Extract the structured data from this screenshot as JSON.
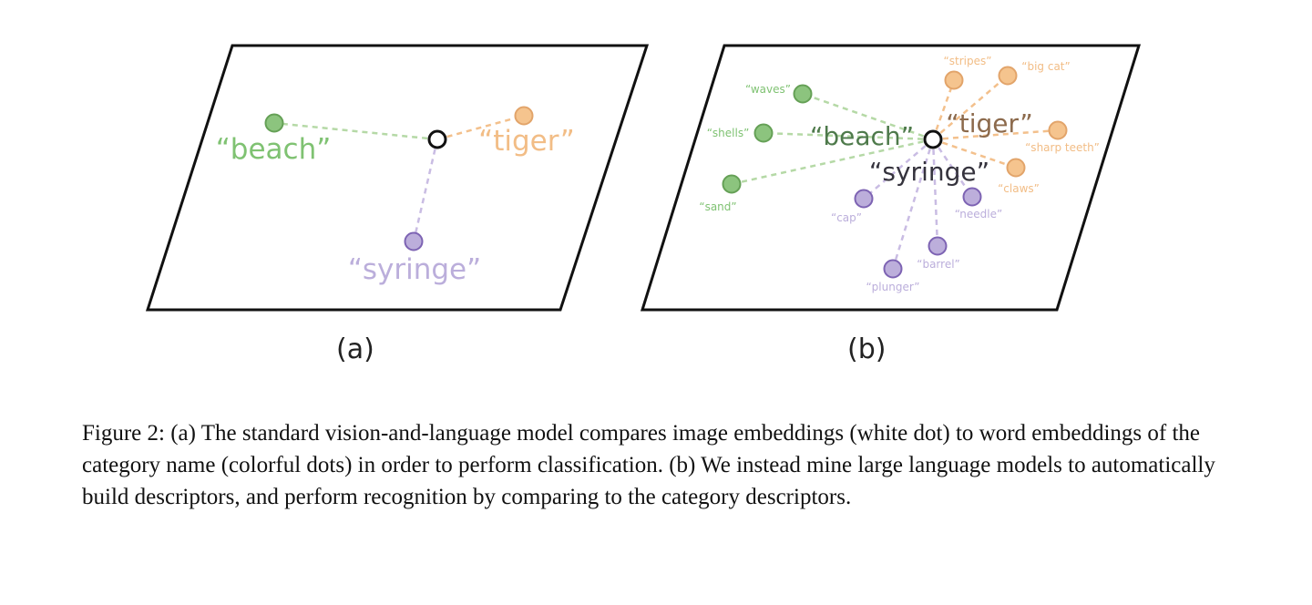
{
  "colors": {
    "green": {
      "fill": "#8cc47e",
      "stroke": "#65a056",
      "text": "#7fc272",
      "dark": "#4e7a4b"
    },
    "orange": {
      "fill": "#f5c48e",
      "stroke": "#e2a46a",
      "text": "#f2bd86",
      "dark": "#8c6a4c"
    },
    "purple": {
      "fill": "#bcaedb",
      "stroke": "#7d63b3",
      "text": "#bbaedb",
      "dark": "#35333d"
    },
    "line": {
      "green": "#b5d9a6",
      "orange": "#f3c08c",
      "purple": "#c9bce3"
    }
  },
  "panel_a": {
    "label": "(a)",
    "categories": [
      {
        "text": "“beach”",
        "color": "green"
      },
      {
        "text": "“tiger”",
        "color": "orange"
      },
      {
        "text": "“syringe”",
        "color": "purple"
      }
    ]
  },
  "panel_b": {
    "label": "(b)",
    "categories": [
      {
        "text": "“beach”",
        "color": "green"
      },
      {
        "text": "“tiger”",
        "color": "orange"
      },
      {
        "text": "“syringe”",
        "color": "purple"
      }
    ],
    "descriptors": [
      {
        "text": "“waves”",
        "color": "green"
      },
      {
        "text": "“shells”",
        "color": "green"
      },
      {
        "text": "“sand”",
        "color": "green"
      },
      {
        "text": "“stripes”",
        "color": "orange"
      },
      {
        "text": "“big cat”",
        "color": "orange"
      },
      {
        "text": "“sharp teeth”",
        "color": "orange"
      },
      {
        "text": "“claws”",
        "color": "orange"
      },
      {
        "text": "“cap”",
        "color": "purple"
      },
      {
        "text": "“needle”",
        "color": "purple"
      },
      {
        "text": "“barrel”",
        "color": "purple"
      },
      {
        "text": "“plunger”",
        "color": "purple"
      }
    ]
  },
  "caption": "Figure 2: (a) The standard vision-and-language model compares image embeddings (white dot) to word embeddings of the category name (colorful dots) in order to perform classification. (b) We instead mine large language models to automatically build descriptors, and perform recognition by comparing to the category descriptors."
}
